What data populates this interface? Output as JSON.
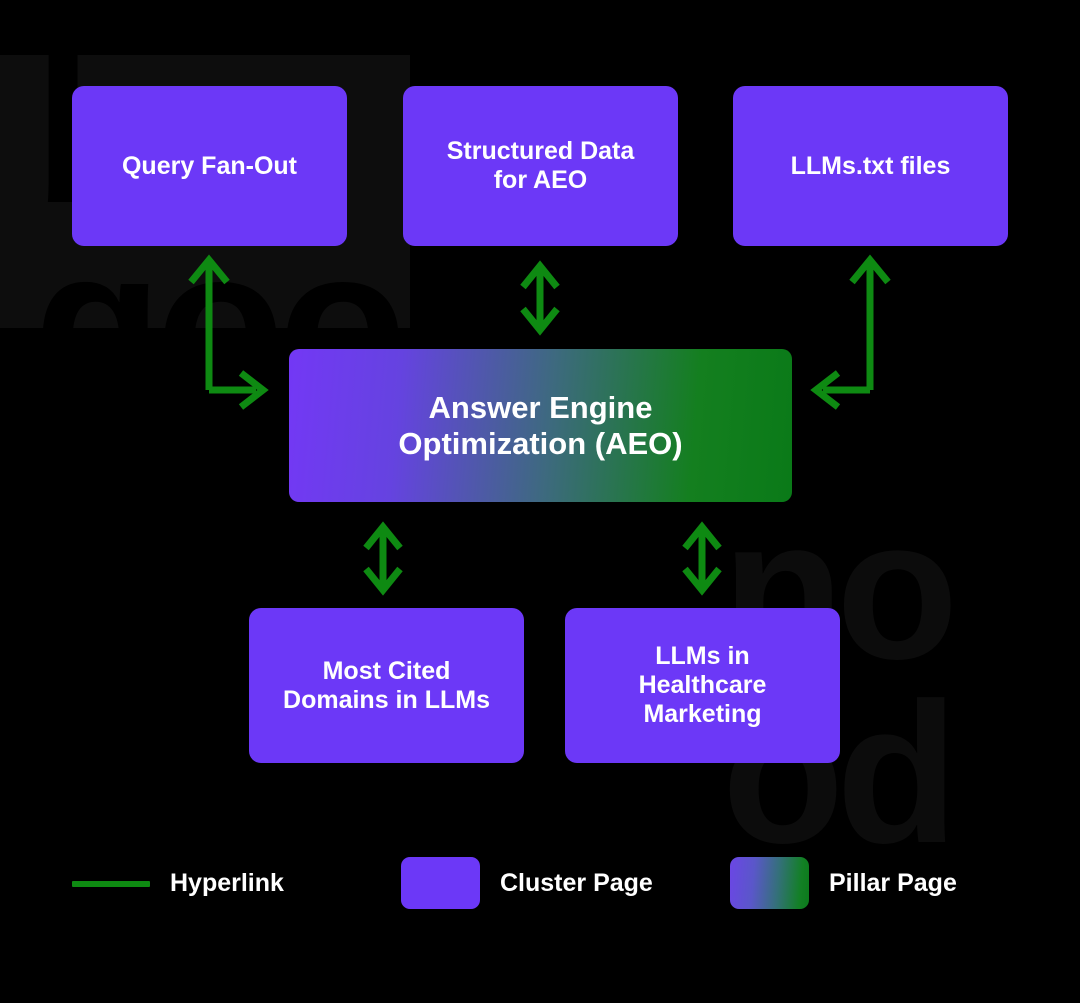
{
  "diagram": {
    "title": "Answer Engine Optimization (AEO) topic cluster",
    "background_color": "#000000",
    "watermark": {
      "top_left_text": "b\ngood",
      "bottom_right_text": "no\nod"
    },
    "nodes": {
      "query_fan_out": {
        "label": "Query Fan-Out",
        "type": "cluster"
      },
      "structured_data": {
        "label": "Structured Data\nfor AEO",
        "type": "cluster"
      },
      "llms_txt": {
        "label": "LLMs.txt files",
        "type": "cluster"
      },
      "aeo": {
        "label": "Answer Engine\nOptimization (AEO)",
        "type": "pillar"
      },
      "most_cited": {
        "label": "Most Cited\nDomains in LLMs",
        "type": "cluster"
      },
      "healthcare": {
        "label": "LLMs in\nHealthcare\nMarketing",
        "type": "cluster"
      }
    },
    "colors": {
      "cluster": "#6c38f7",
      "pillar_start": "#7338f5",
      "pillar_end": "#0a7a18",
      "hyperlink": "#0e8a12",
      "text": "#ffffff",
      "background": "#000000"
    },
    "connections": [
      {
        "from": "aeo",
        "to": "query_fan_out",
        "style": "elbow",
        "kind": "hyperlink"
      },
      {
        "from": "aeo",
        "to": "structured_data",
        "style": "double-vertical",
        "kind": "hyperlink"
      },
      {
        "from": "aeo",
        "to": "llms_txt",
        "style": "elbow",
        "kind": "hyperlink"
      },
      {
        "from": "aeo",
        "to": "most_cited",
        "style": "double-vertical",
        "kind": "hyperlink"
      },
      {
        "from": "aeo",
        "to": "healthcare",
        "style": "double-vertical",
        "kind": "hyperlink"
      }
    ]
  },
  "legend": {
    "items": [
      {
        "label": "Hyperlink",
        "swatch": "line",
        "color": "#0e8a12"
      },
      {
        "label": "Cluster Page",
        "swatch": "box",
        "color": "#6c38f7"
      },
      {
        "label": "Pillar Page",
        "swatch": "gradient-box",
        "color": "#6b46e5"
      }
    ]
  }
}
